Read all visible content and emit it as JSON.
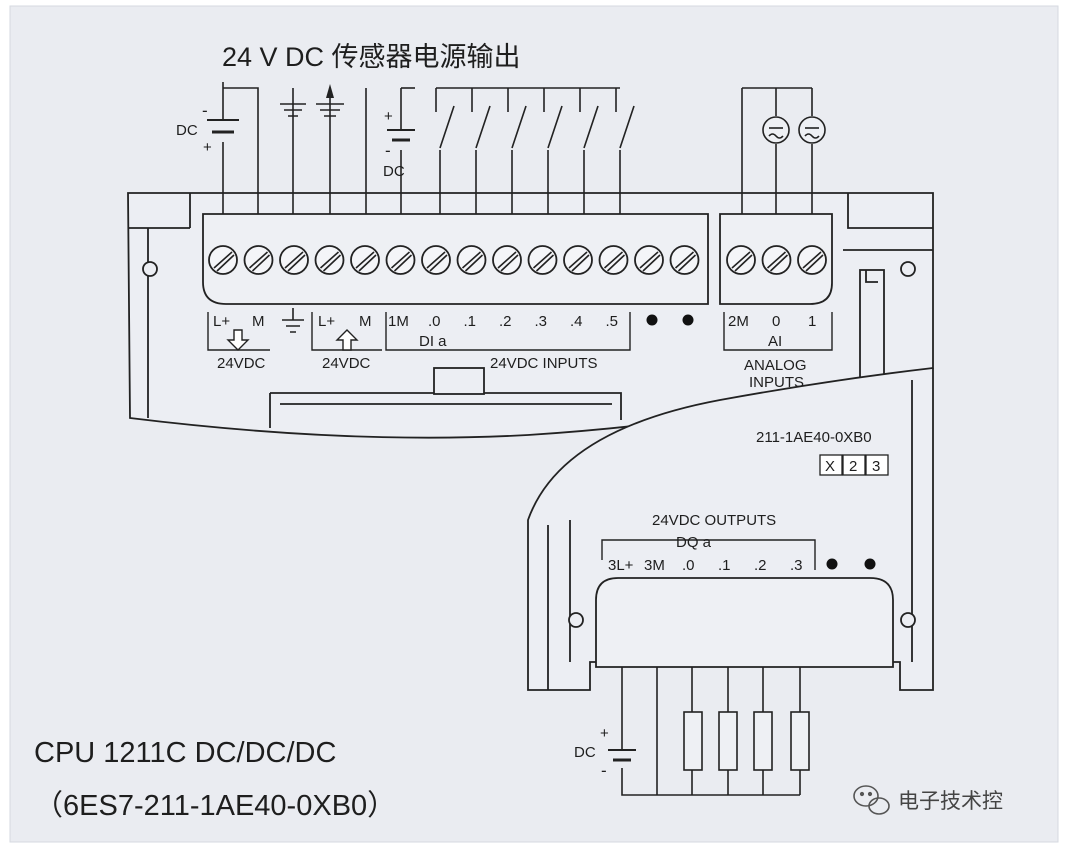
{
  "diagram": {
    "title": "24 V DC 传感器电源输出",
    "top_left_supply": {
      "label": "DC",
      "minus": "-",
      "plus": "+"
    },
    "input_supply": {
      "label": "DC",
      "plus": "+",
      "minus": "-"
    },
    "power_labels": {
      "l_plus_1": "L+",
      "m_1": "M",
      "supply_24vdc_1": "24VDC",
      "l_plus_2": "L+",
      "m_2": "M",
      "supply_24vdc_2": "24VDC"
    },
    "digital_inputs": {
      "common": "1M",
      "channels": [
        ".0",
        ".1",
        ".2",
        ".3",
        ".4",
        ".5"
      ],
      "group": "DI a",
      "caption": "24VDC INPUTS"
    },
    "analog_inputs": {
      "common": "2M",
      "channels": [
        "0",
        "1"
      ],
      "group": "AI",
      "caption_line1": "ANALOG",
      "caption_line2": "INPUTS"
    },
    "part_number": "211-1AE40-0XB0",
    "version_boxes": [
      "X",
      "2",
      "3"
    ],
    "digital_outputs": {
      "caption": "24VDC OUTPUTS",
      "group": "DQ a",
      "supply": "3L+",
      "common": "3M",
      "channels": [
        ".0",
        ".1",
        ".2",
        ".3"
      ]
    },
    "output_supply": {
      "label": "DC",
      "plus": "+",
      "minus": "-"
    },
    "cpu_name": "CPU 1211C DC/DC/DC",
    "order_number": "（6ES7-211-1AE40-0XB0）",
    "watermark": "电子技术控"
  }
}
